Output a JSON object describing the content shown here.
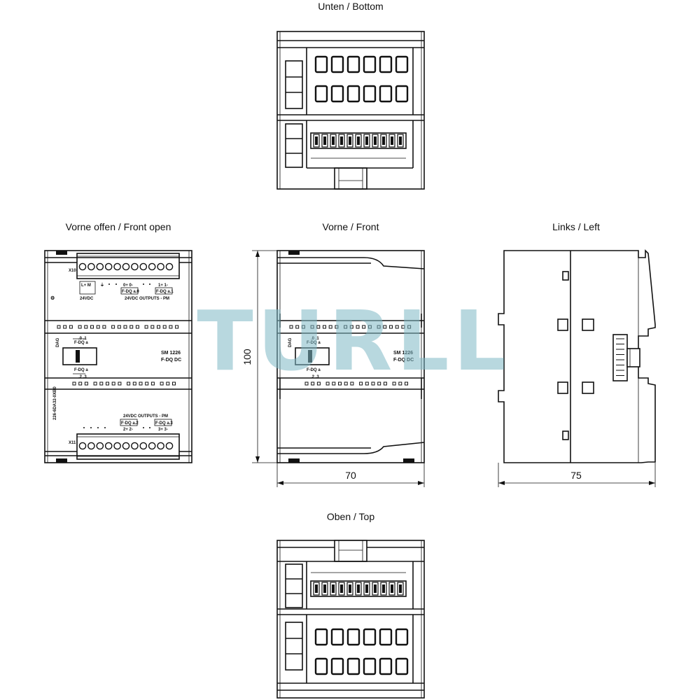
{
  "views": {
    "bottom": {
      "title": "Unten / Bottom"
    },
    "front_open": {
      "title": "Vorne offen / Front open"
    },
    "front": {
      "title": "Vorne / Front"
    },
    "left": {
      "title": "Links / Left"
    },
    "top": {
      "title": "Oben / Top"
    }
  },
  "dimensions": {
    "height": "100",
    "front_width": "70",
    "side_depth": "75"
  },
  "module_labels": {
    "x10": "X10",
    "x11": "X11",
    "diag": "DAG",
    "model": "SM 1226",
    "model_sub": "F-DQ DC",
    "supply": "24VDC",
    "outputs": "24VDC OUTPUTS - PM",
    "fdq_a0": "F-DQ a.0",
    "fdq_a1": "F-DQ a.1",
    "fdq_a2": "F-DQ a.2",
    "fdq_a3": "F-DQ a.3",
    "fdq_a": "F-DQ a",
    "l_m": "L+ M",
    "o_plus": "0+ 0-",
    "one_plus": "1+ 1-",
    "two_plus": "2+ 2-",
    "three_plus": "3+ 3-",
    "ch01": ".0 .1",
    "ch23": ".2 .3",
    "part_number": "226-6DA32-0XB0"
  },
  "watermark": "TURLL",
  "colors": {
    "line": "#111111",
    "watermark": "#7fb9c6"
  }
}
